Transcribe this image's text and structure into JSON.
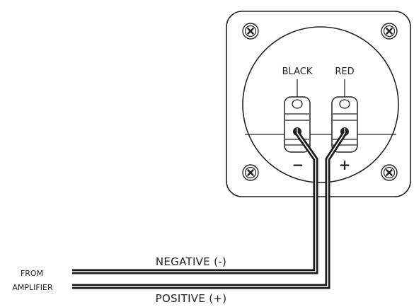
{
  "terminals": {
    "black_label": "BLACK",
    "red_label": "RED",
    "minus_symbol": "−",
    "plus_symbol": "+"
  },
  "wires": {
    "negative_label": "NEGATIVE (-)",
    "positive_label": "POSITIVE (+)"
  },
  "source": {
    "line1": "FROM",
    "line2": "AMPLIFIER"
  },
  "colors": {
    "ink": "#222222",
    "wire": "#1a1a1a",
    "background": "#ffffff"
  },
  "icons": {
    "corner_screws": "phillips-screw-icon",
    "terminal_posts": "binding-post-icon"
  }
}
